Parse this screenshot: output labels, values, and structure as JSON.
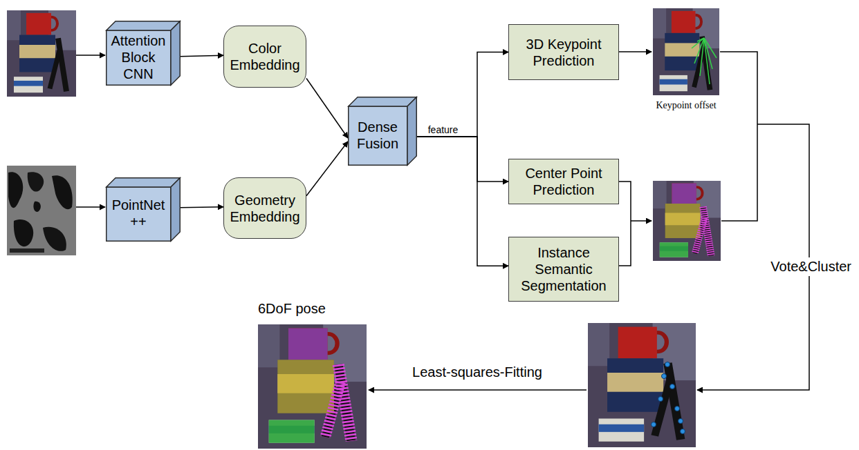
{
  "diagram": {
    "nodes": [
      {
        "text": [
          "Attention Block CNN"
        ]
      },
      {
        "text": [
          "Color Embedding"
        ]
      },
      {
        "text": [
          "PointNet ++"
        ]
      },
      {
        "text": [
          "Geometry Embedding"
        ]
      },
      {
        "text": [
          "Dense Fusion"
        ]
      },
      {
        "text": [
          "3D Keypoint Prediction"
        ]
      },
      {
        "text": [
          "Center Point Prediction"
        ]
      },
      {
        "text": [
          "Instance Semantic Segmentation"
        ]
      }
    ],
    "edges": [
      {
        "from": 0,
        "to": 1,
        "arrow": "to"
      },
      {
        "from": 2,
        "to": 3,
        "arrow": "to"
      },
      {
        "from": 1,
        "to": 4,
        "arrow": "to"
      },
      {
        "from": 3,
        "to": 4,
        "arrow": "to"
      },
      {
        "from": 4,
        "to": 5,
        "label": "feature",
        "arrow": "to"
      },
      {
        "from": 4,
        "to": 6,
        "arrow": "to"
      },
      {
        "from": 4,
        "to": 7,
        "arrow": "to"
      }
    ],
    "labels": [
      "Keypoint offset",
      "Vote&Cluster",
      "6DoF pose",
      "Least-squares-Fitting"
    ]
  }
}
